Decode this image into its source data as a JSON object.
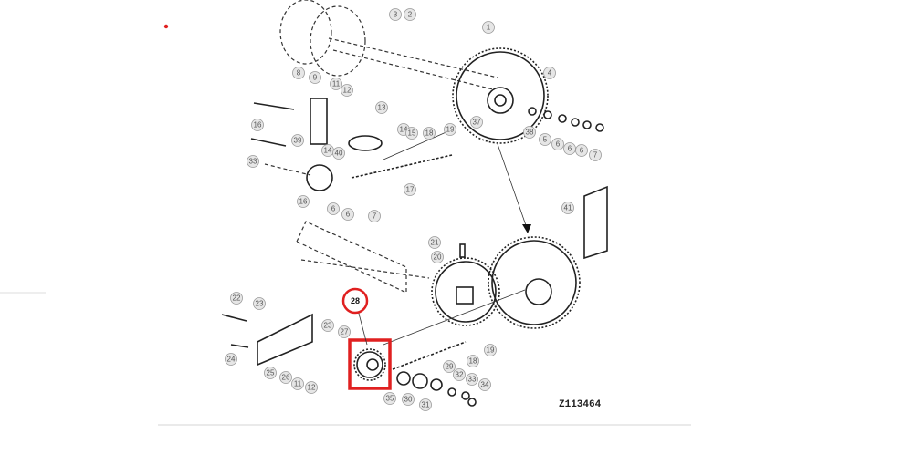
{
  "diagram": {
    "drawing_code": "Z113464",
    "highlighted_part": "28",
    "highlight_color": "#e02020",
    "callouts": [
      "3",
      "2",
      "1",
      "8",
      "9",
      "11",
      "12",
      "4",
      "13",
      "16",
      "39",
      "14",
      "15",
      "18",
      "19",
      "37",
      "38",
      "5",
      "6",
      "6",
      "6",
      "7",
      "14",
      "40",
      "33",
      "17",
      "16",
      "6",
      "6",
      "7",
      "41",
      "21",
      "20",
      "22",
      "23",
      "23",
      "27",
      "24",
      "25",
      "26",
      "11",
      "12",
      "19",
      "18",
      "29",
      "32",
      "33",
      "34",
      "35",
      "30",
      "31"
    ]
  }
}
